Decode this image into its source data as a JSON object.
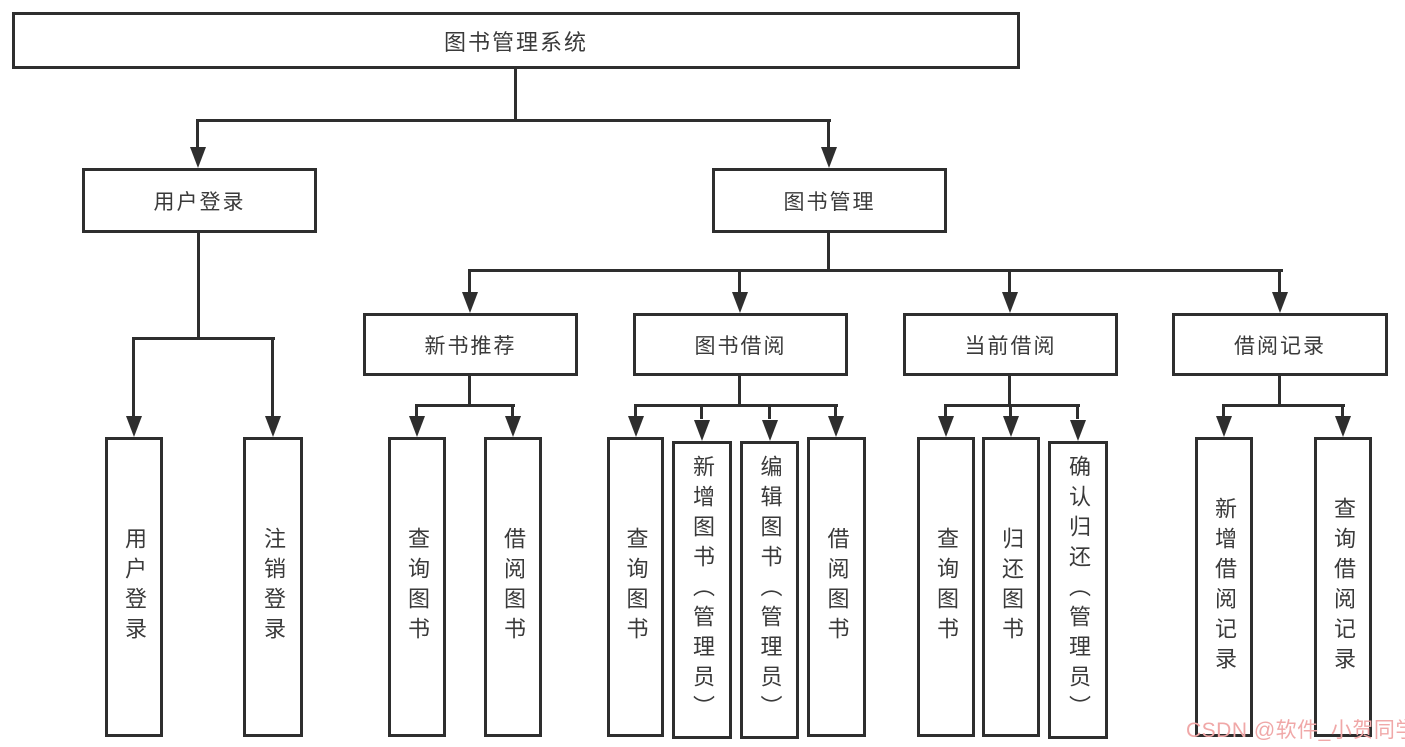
{
  "diagram_title": "图书管理系统",
  "colors": {
    "line": "#2e2e2e",
    "border": "#2e2e2e",
    "text": "#3a3a3a",
    "background": "#ffffff",
    "watermark": "#f0a8a8"
  },
  "tree": {
    "label": "图书管理系统",
    "children": [
      {
        "label": "用户登录",
        "children": [
          {
            "label": "用户登录"
          },
          {
            "label": "注销登录"
          }
        ]
      },
      {
        "label": "图书管理",
        "children": [
          {
            "label": "新书推荐",
            "children": [
              {
                "label": "查询图书"
              },
              {
                "label": "借阅图书"
              }
            ]
          },
          {
            "label": "图书借阅",
            "children": [
              {
                "label": "查询图书"
              },
              {
                "label": "新增图书（管理员）"
              },
              {
                "label": "编辑图书（管理员）"
              },
              {
                "label": "借阅图书"
              }
            ]
          },
          {
            "label": "当前借阅",
            "children": [
              {
                "label": "查询图书"
              },
              {
                "label": "归还图书"
              },
              {
                "label": "确认归还（管理员）"
              }
            ]
          },
          {
            "label": "借阅记录",
            "children": [
              {
                "label": "新增借阅记录"
              },
              {
                "label": "查询借阅记录"
              }
            ]
          }
        ]
      }
    ]
  },
  "watermark": {
    "text": "CSDN @软件_小贺同学"
  }
}
